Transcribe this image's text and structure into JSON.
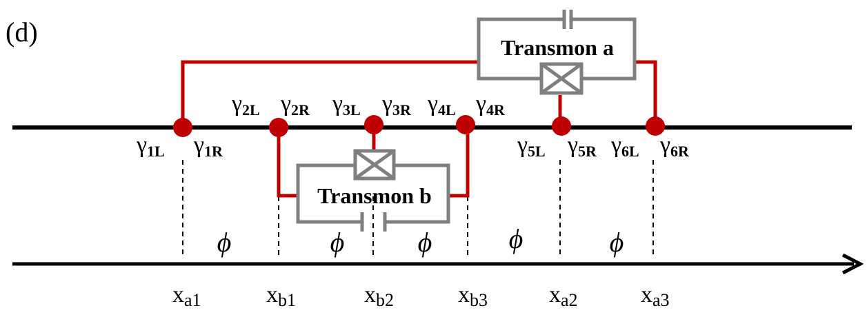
{
  "panel_label": "(d)",
  "transmons": [
    {
      "label": "Transmon a"
    },
    {
      "label": "Transmon b"
    }
  ],
  "majoranas": [
    {
      "base": "γ",
      "sub": "1L"
    },
    {
      "base": "γ",
      "sub": "1R"
    },
    {
      "base": "γ",
      "sub": "2L"
    },
    {
      "base": "γ",
      "sub": "2R"
    },
    {
      "base": "γ",
      "sub": "3L"
    },
    {
      "base": "γ",
      "sub": "3R"
    },
    {
      "base": "γ",
      "sub": "4L"
    },
    {
      "base": "γ",
      "sub": "4R"
    },
    {
      "base": "γ",
      "sub": "5L"
    },
    {
      "base": "γ",
      "sub": "5R"
    },
    {
      "base": "γ",
      "sub": "6L"
    },
    {
      "base": "γ",
      "sub": "6R"
    }
  ],
  "positions": [
    {
      "base": "x",
      "sub": "a1"
    },
    {
      "base": "x",
      "sub": "b1"
    },
    {
      "base": "x",
      "sub": "b2"
    },
    {
      "base": "x",
      "sub": "b3"
    },
    {
      "base": "x",
      "sub": "a2"
    },
    {
      "base": "x",
      "sub": "a3"
    }
  ],
  "phases": [
    "ϕ",
    "ϕ",
    "ϕ",
    "ϕ",
    "ϕ"
  ],
  "colors": {
    "wire": "#c00000",
    "circuit": "#7f7f7f",
    "line": "#000000"
  }
}
